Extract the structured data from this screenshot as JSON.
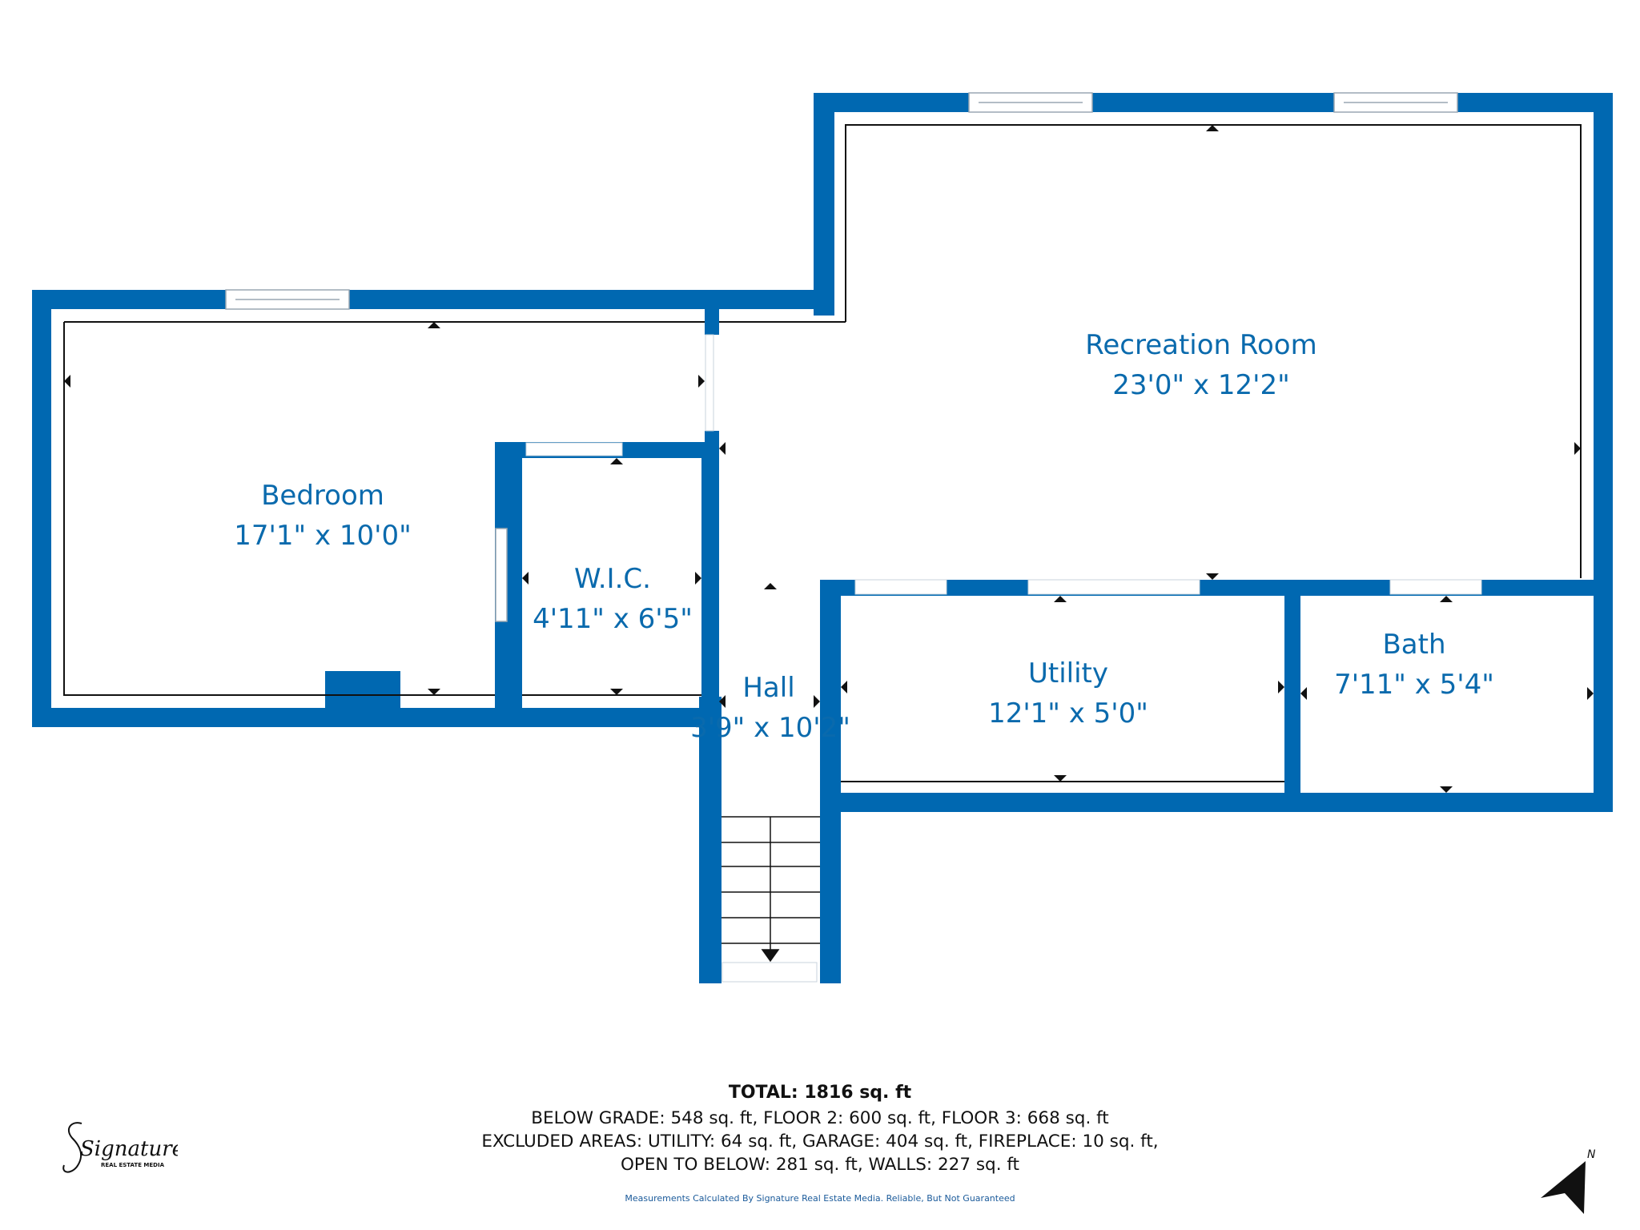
{
  "colors": {
    "wall": "#0068b1",
    "label": "#0a6aad",
    "line": "#111111"
  },
  "rooms": {
    "recreation": {
      "name": "Recreation Room",
      "dims": "23'0\" x 12'2\""
    },
    "bedroom": {
      "name": "Bedroom",
      "dims": "17'1\" x 10'0\""
    },
    "wic": {
      "name": "W.I.C.",
      "dims": "4'11\" x 6'5\""
    },
    "hall": {
      "name": "Hall",
      "dims": "3'9\" x 10'2\""
    },
    "utility": {
      "name": "Utility",
      "dims": "12'1\" x 5'0\""
    },
    "bath": {
      "name": "Bath",
      "dims": "7'11\" x 5'4\""
    }
  },
  "footer": {
    "total": "TOTAL: 1816 sq. ft",
    "line1": "BELOW GRADE: 548 sq. ft, FLOOR 2: 600 sq. ft, FLOOR 3: 668 sq. ft",
    "line2": "EXCLUDED AREAS: UTILITY: 64 sq. ft, GARAGE: 404 sq. ft, FIREPLACE: 10 sq. ft,",
    "line3": "OPEN TO BELOW: 281 sq. ft, WALLS: 227 sq. ft",
    "disclaimer": "Measurements Calculated By Signature Real Estate Media. Reliable, But Not Guaranteed"
  },
  "logo": {
    "script": "Signature",
    "sub": "REAL ESTATE MEDIA"
  },
  "compass": {
    "label": "N",
    "icon": "north-arrow-icon"
  }
}
